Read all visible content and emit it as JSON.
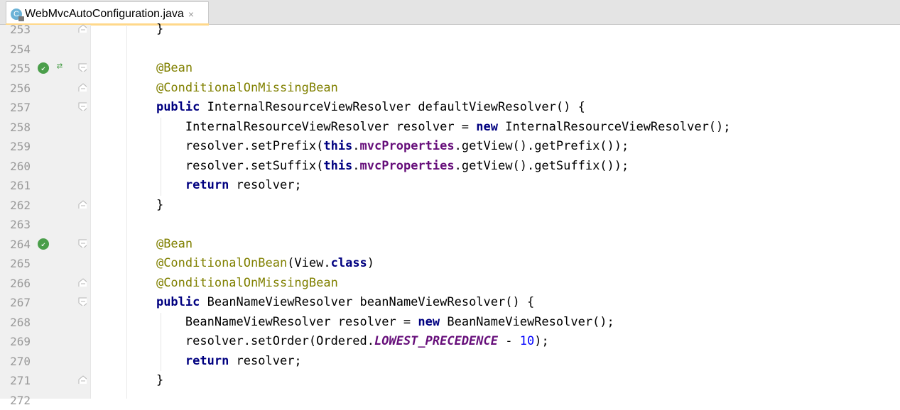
{
  "tab": {
    "title": "WebMvcAutoConfiguration.java",
    "close": "×",
    "icon_letter": "C"
  },
  "lines": [
    {
      "n": "253",
      "code": "    }"
    },
    {
      "n": "254",
      "code": ""
    },
    {
      "n": "255",
      "code": "    @Bean"
    },
    {
      "n": "256",
      "code": "    @ConditionalOnMissingBean"
    },
    {
      "n": "257",
      "code": "    public InternalResourceViewResolver defaultViewResolver() {"
    },
    {
      "n": "258",
      "code": "        InternalResourceViewResolver resolver = new InternalResourceViewResolver();"
    },
    {
      "n": "259",
      "code": "        resolver.setPrefix(this.mvcProperties.getView().getPrefix());"
    },
    {
      "n": "260",
      "code": "        resolver.setSuffix(this.mvcProperties.getView().getSuffix());"
    },
    {
      "n": "261",
      "code": "        return resolver;"
    },
    {
      "n": "262",
      "code": "    }"
    },
    {
      "n": "263",
      "code": ""
    },
    {
      "n": "264",
      "code": "    @Bean"
    },
    {
      "n": "265",
      "code": "    @ConditionalOnBean(View.class)"
    },
    {
      "n": "266",
      "code": "    @ConditionalOnMissingBean"
    },
    {
      "n": "267",
      "code": "    public BeanNameViewResolver beanNameViewResolver() {"
    },
    {
      "n": "268",
      "code": "        BeanNameViewResolver resolver = new BeanNameViewResolver();"
    },
    {
      "n": "269",
      "code": "        resolver.setOrder(Ordered.LOWEST_PRECEDENCE - 10);"
    },
    {
      "n": "270",
      "code": "        return resolver;"
    },
    {
      "n": "271",
      "code": "    }"
    },
    {
      "n": "272",
      "code": ""
    }
  ],
  "colors": {
    "annotation": "#808000",
    "keyword": "#000080",
    "field": "#660e7a",
    "number": "#0000ff",
    "line_number": "#999999",
    "gutter": "#f0f0f0"
  }
}
